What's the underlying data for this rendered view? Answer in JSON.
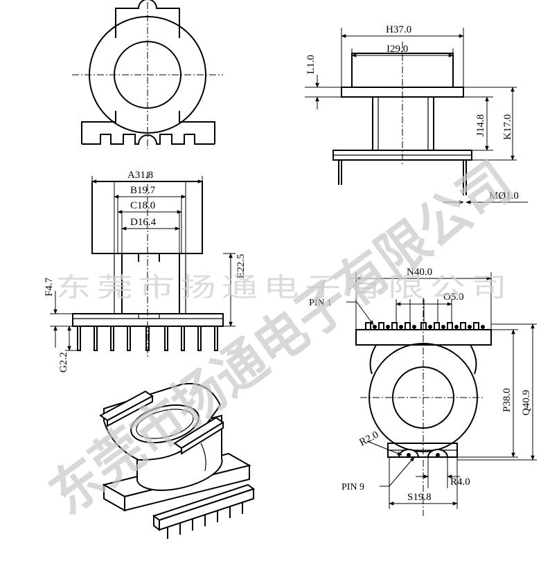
{
  "watermark": {
    "company": "东莞市扬通电子有限公司"
  },
  "dimensions": {
    "A": "A31.8",
    "B": "B19.7",
    "C": "C18.0",
    "D": "D16.4",
    "E": "E22.5",
    "F": "F4.7",
    "G": "G2.2",
    "H": "H37.0",
    "I": "I29.0",
    "J": "J14.8",
    "K": "K17.0",
    "L": "L1.0",
    "M": "MØ1.0",
    "N": "N40.0",
    "O": "O5.0",
    "P": "P38.0",
    "Q": "Q40.9",
    "R": "R2.0",
    "R4": "R4.0",
    "S": "S19.8"
  },
  "pins": {
    "pin1": "PIN 1",
    "pin9": "PIN 9"
  }
}
